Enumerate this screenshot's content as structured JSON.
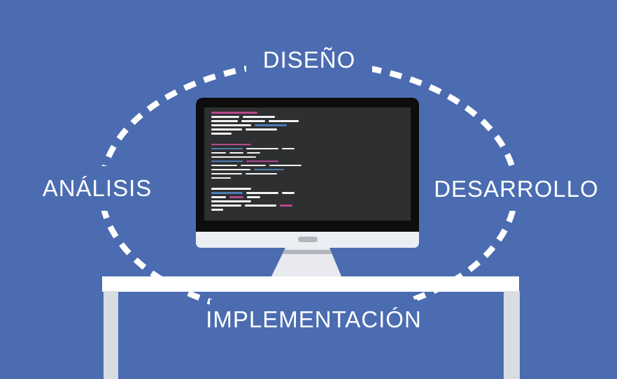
{
  "diagram": {
    "type": "cycle",
    "subject": "software-development-cycle",
    "labels": {
      "top": "DISEÑO",
      "left": "ANÁLISIS",
      "right": "DESARROLLO",
      "bottom": "IMPLEMENTACIÓN"
    }
  },
  "colors": {
    "background": "#4b6cb1",
    "dash_stroke": "#ffffff",
    "label_text": "#ffffff",
    "monitor_bezel": "#0d0d0e",
    "monitor_screen": "#2e2f30",
    "monitor_chin": "#eceef3",
    "monitor_pill": "#b3b6bd",
    "monitor_stand": "#e8eaf0",
    "desk_top": "#ffffff",
    "desk_leg": "#d9dce2",
    "code_white": "#f2f2f2",
    "code_pink": "#b5498f",
    "code_blue": "#4d7cb5"
  },
  "monitor_code": {
    "blocks": [
      [
        [
          [
            "pink",
            66
          ]
        ],
        [
          [
            "white",
            40
          ],
          [
            "white",
            46
          ]
        ],
        [
          [
            "white",
            38
          ],
          [
            "white",
            34
          ],
          [
            "white",
            43
          ]
        ],
        [
          [
            "white",
            57
          ],
          [
            "blue",
            46
          ]
        ],
        [
          [
            "white",
            44
          ],
          [
            "white",
            45
          ]
        ],
        [
          [
            "white",
            29
          ]
        ]
      ],
      [
        [
          [
            "pink",
            57
          ]
        ],
        [
          [
            "blue",
            45
          ],
          [
            "white",
            46
          ],
          [
            "white",
            18
          ]
        ],
        [
          [
            "white",
            21
          ],
          [
            "white",
            20
          ],
          [
            "white",
            19
          ]
        ],
        [
          [
            "white",
            64
          ]
        ],
        [
          [
            "blue",
            45
          ],
          [
            "pink",
            46
          ]
        ],
        [
          [
            "white",
            37
          ],
          [
            "white",
            36
          ],
          [
            "white",
            46
          ]
        ],
        [
          [
            "white",
            56
          ],
          [
            "blue",
            43
          ]
        ],
        [
          [
            "white",
            44
          ],
          [
            "white",
            45
          ]
        ],
        [
          [
            "white",
            28
          ]
        ]
      ],
      [
        [
          [
            "white",
            57
          ]
        ],
        [
          [
            "blue",
            45
          ],
          [
            "white",
            46
          ],
          [
            "white",
            18
          ]
        ],
        [
          [
            "white",
            21
          ],
          [
            "pink",
            20
          ],
          [
            "white",
            19
          ]
        ],
        [
          [
            "white",
            57
          ]
        ],
        [
          [
            "white",
            43
          ],
          [
            "white",
            45
          ],
          [
            "pink",
            18
          ]
        ],
        [
          [
            "white",
            17
          ]
        ]
      ]
    ]
  }
}
